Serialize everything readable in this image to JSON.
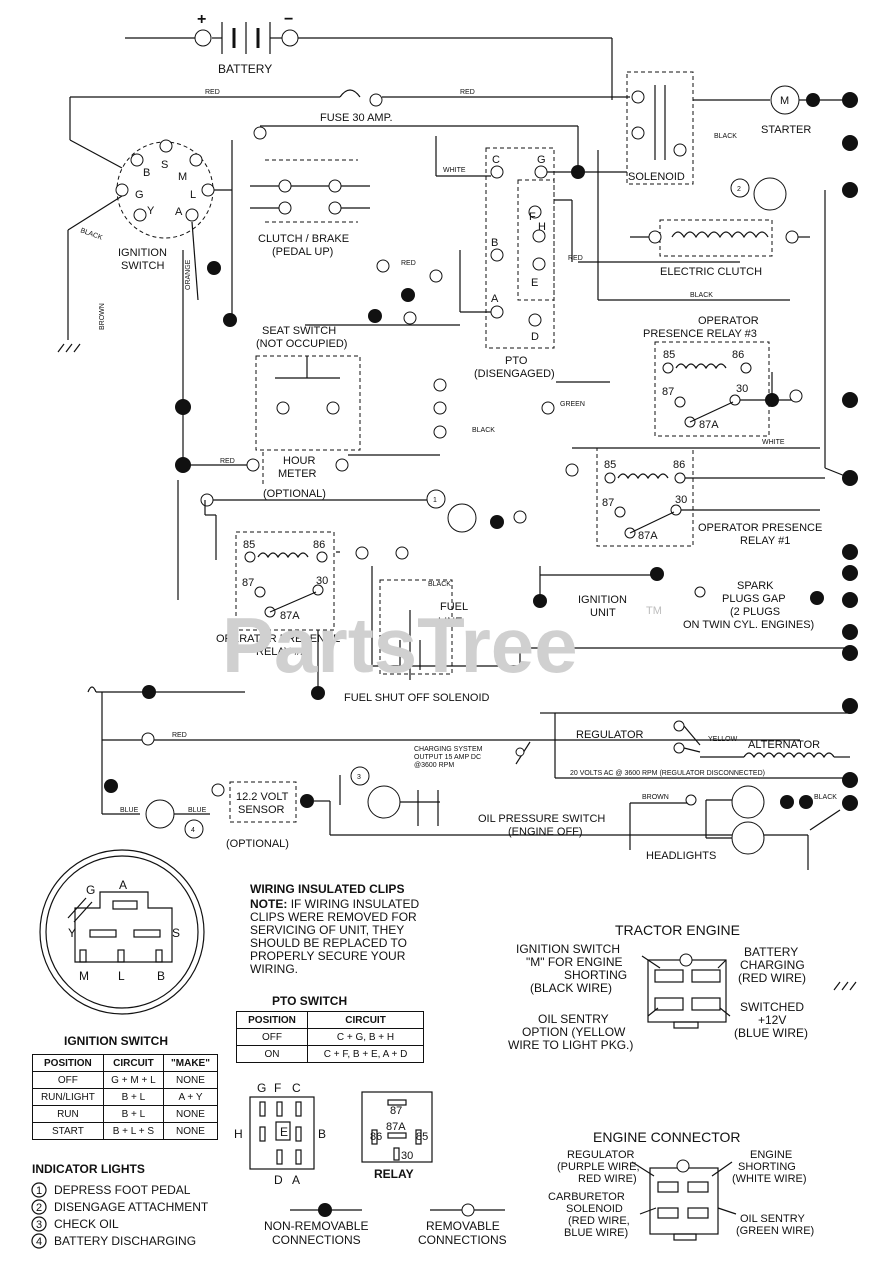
{
  "battery": {
    "label": "BATTERY",
    "plus": "+",
    "minus": "−"
  },
  "wires": {
    "red_top1": "RED",
    "red_top2": "RED",
    "black_sol": "BLACK",
    "white1": "WHITE",
    "red2": "RED",
    "red3": "RED",
    "black2": "BLACK",
    "green": "GREEN",
    "black3": "BLACK",
    "white2": "WHITE",
    "red4": "RED",
    "black4": "BLACK",
    "red5": "RED",
    "yellow": "YELLOW",
    "blue1": "BLUE",
    "blue2": "BLUE",
    "brown1": "BROWN",
    "brown2": "BROWN",
    "black5": "BLACK",
    "black_ign": "BLACK",
    "orange": "ORANGE"
  },
  "components": {
    "fuse": "FUSE 30 AMP.",
    "solenoid": "SOLENOID",
    "starter": "STARTER",
    "starter_m": "M",
    "ignition_switch": [
      "IGNITION",
      "SWITCH"
    ],
    "ign_letters": [
      "B",
      "S",
      "M",
      "L",
      "A",
      "Y",
      "G"
    ],
    "clutch_brake": [
      "CLUTCH / BRAKE",
      "(PEDAL UP)"
    ],
    "electric_clutch": "ELECTRIC CLUTCH",
    "pto": [
      "PTO",
      "(DISENGAGED)"
    ],
    "pto_letters": [
      "C",
      "G",
      "F",
      "H",
      "B",
      "E",
      "A",
      "D"
    ],
    "seat_switch": [
      "SEAT SWITCH",
      "(NOT OCCUPIED)"
    ],
    "opr3": [
      "OPERATOR",
      "PRESENCE RELAY #3"
    ],
    "hour_meter": [
      "HOUR",
      "METER",
      "(OPTIONAL)"
    ],
    "opr1": [
      "OPERATOR PRESENCE",
      "RELAY #1"
    ],
    "opr2": [
      "OPERATOR PRESENCE",
      "RELAY #2"
    ],
    "relay_pins": [
      "85",
      "86",
      "87",
      "30",
      "87A"
    ],
    "fuel_line": [
      "FUEL",
      "LINE"
    ],
    "fuel_shutoff": "FUEL SHUT OFF SOLENOID",
    "ignition_unit": [
      "IGNITION",
      "UNIT"
    ],
    "spark_plugs": [
      "SPARK",
      "PLUGS GAP",
      "(2 PLUGS",
      "ON TWIN CYL. ENGINES)"
    ],
    "regulator": "REGULATOR",
    "charging_note": [
      "CHARGING SYSTEM",
      "OUTPUT 15 AMP DC",
      "@3600 RPM"
    ],
    "alternator": "ALTERNATOR",
    "alt_note": "20 VOLTS AC @ 3600 RPM (REGULATOR DISCONNECTED)",
    "volt_sensor": [
      "12.2 VOLT",
      "SENSOR",
      "(OPTIONAL)"
    ],
    "oil_pressure": [
      "OIL PRESSURE SWITCH",
      "(ENGINE OFF)"
    ],
    "headlights": "HEADLIGHTS",
    "indicator_nums": [
      "1",
      "2",
      "3",
      "4"
    ]
  },
  "watermark": {
    "text": "PartsTree",
    "tm": "TM"
  },
  "ign_diagram": {
    "letters": [
      "G",
      "A",
      "Y",
      "S",
      "M",
      "L",
      "B"
    ]
  },
  "ign_table": {
    "caption": "IGNITION SWITCH",
    "headers": [
      "POSITION",
      "CIRCUIT",
      "\"MAKE\""
    ],
    "rows": [
      [
        "OFF",
        "G + M + L",
        "NONE"
      ],
      [
        "RUN/LIGHT",
        "B + L",
        "A + Y"
      ],
      [
        "RUN",
        "B + L",
        "NONE"
      ],
      [
        "START",
        "B + L + S",
        "NONE"
      ]
    ]
  },
  "clips_note": {
    "title": "WIRING INSULATED CLIPS",
    "note_label": "NOTE:",
    "body": "IF WIRING INSULATED CLIPS WERE REMOVED FOR SERVICING OF UNIT, THEY SHOULD BE REPLACED TO PROPERLY SECURE YOUR WIRING."
  },
  "pto_table": {
    "caption": "PTO SWITCH",
    "headers": [
      "POSITION",
      "CIRCUIT"
    ],
    "rows": [
      [
        "OFF",
        "C + G, B + H"
      ],
      [
        "ON",
        "C + F, B + E, A + D"
      ]
    ]
  },
  "pto_pins": {
    "top": [
      "G",
      "F",
      "C"
    ],
    "left": "H",
    "mid": "E",
    "right": "B",
    "bottom": [
      "D",
      "A"
    ]
  },
  "relay_fig": {
    "pins": [
      "87",
      "86",
      "87A",
      "85",
      "30"
    ],
    "label": "RELAY"
  },
  "indicator": {
    "title": "INDICATOR LIGHTS",
    "items": [
      {
        "num": "1",
        "text": "DEPRESS FOOT PEDAL"
      },
      {
        "num": "2",
        "text": "DISENGAGE ATTACHMENT"
      },
      {
        "num": "3",
        "text": "CHECK OIL"
      },
      {
        "num": "4",
        "text": "BATTERY DISCHARGING"
      }
    ]
  },
  "legend": {
    "non_removable": [
      "NON-REMOVABLE",
      "CONNECTIONS"
    ],
    "removable": [
      "REMOVABLE",
      "CONNECTIONS"
    ]
  },
  "tractor_engine": {
    "title": "TRACTOR ENGINE",
    "ign": [
      "IGNITION SWITCH",
      "\"M\" FOR ENGINE",
      "SHORTING",
      "(BLACK WIRE)"
    ],
    "batt": [
      "BATTERY",
      "CHARGING",
      "(RED WIRE)"
    ],
    "oil": [
      "OIL SENTRY",
      "OPTION (YELLOW",
      "WIRE TO LIGHT PKG.)"
    ],
    "sw12": [
      "SWITCHED",
      "+12V",
      "(BLUE WIRE)"
    ]
  },
  "engine_connector": {
    "title": "ENGINE CONNECTOR",
    "reg": [
      "REGULATOR",
      "(PURPLE WIRE,",
      "RED WIRE)"
    ],
    "short": [
      "ENGINE",
      "SHORTING",
      "(WHITE WIRE)"
    ],
    "carb": [
      "CARBURETOR",
      "SOLENOID",
      "(RED WIRE,",
      "BLUE WIRE)"
    ],
    "oil": [
      "OIL SENTRY",
      "(GREEN WIRE)"
    ]
  }
}
